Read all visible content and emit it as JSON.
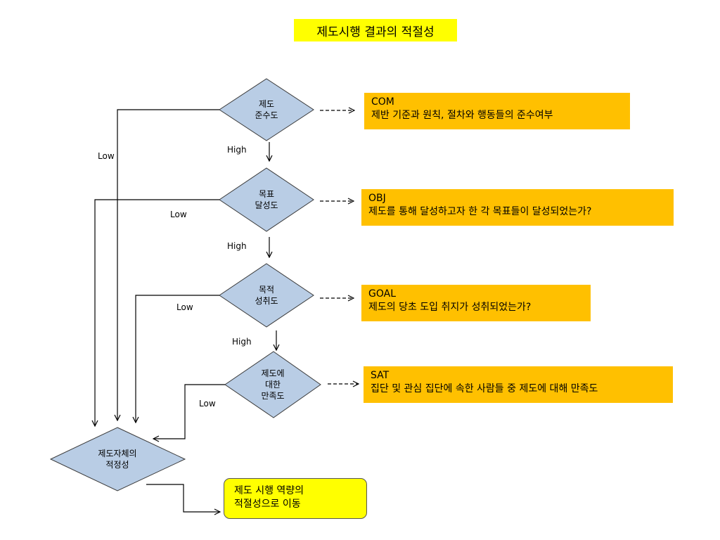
{
  "title": "제도시행 결과의 적절성",
  "diamonds": {
    "compliance": {
      "line1": "제도",
      "line2": "준수도"
    },
    "objective": {
      "line1": "목표",
      "line2": "달성도"
    },
    "purpose": {
      "line1": "목적",
      "line2": "성취도"
    },
    "satisfaction": {
      "line1": "제도에",
      "line2": "대한",
      "line3": "만족도"
    },
    "final": {
      "line1": "제도자체의",
      "line2": "적정성"
    }
  },
  "boxes": {
    "com": {
      "code": "COM",
      "desc": "제반 기준과 원칙, 절차와 행동들의 준수여부"
    },
    "obj": {
      "code": "OBJ",
      "desc": "제도를 통해 달성하고자 한 각 목표들이 달성되었는가?"
    },
    "goal": {
      "code": "GOAL",
      "desc": "제도의 당초 도입 취지가 성취되었는가?"
    },
    "sat": {
      "code": "SAT",
      "desc": "집단 및 관심 집단에 속한 사람들 중 제도에 대해 만족도"
    }
  },
  "final_box": {
    "line1": "제도 시행 역량의",
    "line2": "적절성으로 이동"
  },
  "edge_labels": {
    "high1": "High",
    "high2": "High",
    "high3": "High",
    "low1": "Low",
    "low2": "Low",
    "low3": "Low",
    "low4": "Low"
  },
  "colors": {
    "diamond_fill": "#b9cde5",
    "diamond_stroke": "#3a3a3a",
    "info_fill": "#ffc000",
    "highlight_yellow": "#ffff00"
  }
}
